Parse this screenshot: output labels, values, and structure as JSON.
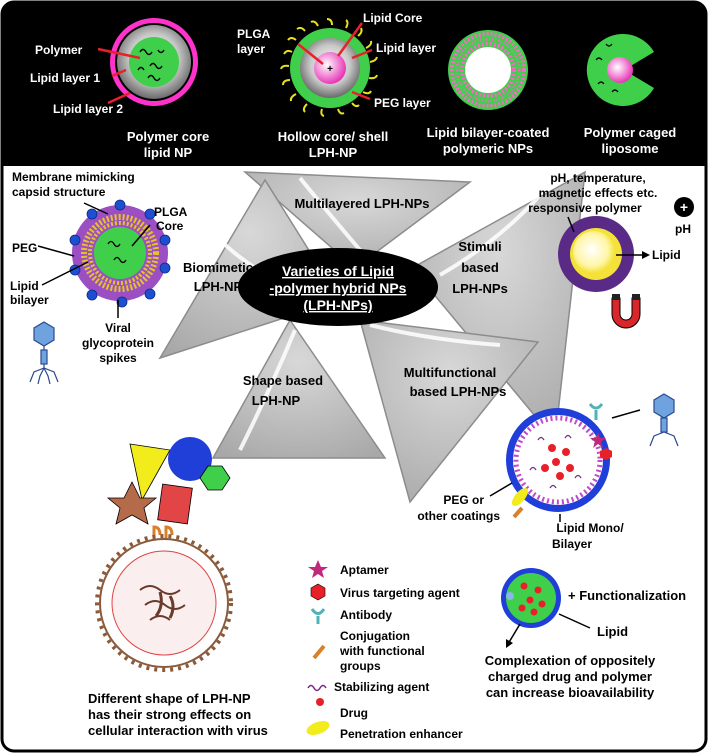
{
  "top_panel": {
    "np1": {
      "label_polymer": "Polymer",
      "label_lipid1": "Lipid layer 1",
      "label_lipid2": "Lipid layer 2",
      "caption_1": "Polymer core",
      "caption_2": "lipid  NP"
    },
    "np2": {
      "label_core": "Lipid Core",
      "label_plga_1": "PLGA",
      "label_plga_2": "layer",
      "label_lipid": "Lipid layer",
      "label_peg": "PEG layer",
      "caption_1": "Hollow core/ shell",
      "caption_2": "LPH-NP"
    },
    "np3": {
      "caption_1": "Lipid bilayer-coated",
      "caption_2": "polymeric NPs"
    },
    "np4": {
      "caption_1": "Polymer caged",
      "caption_2": "liposome"
    }
  },
  "center": {
    "line1": "Varieties of Lipid",
    "line2": "-polymer hybrid NPs",
    "line3": "(LPH-NPs)"
  },
  "segments": {
    "multilayered": "Multilayered LPH-NPs",
    "stimuli_1": "Stimuli",
    "stimuli_2": "based",
    "stimuli_3": "LPH-NPs",
    "biomimetic_1": "Biomimetic",
    "biomimetic_2": "LPH-NP",
    "shape_1": "Shape based",
    "shape_2": "LPH-NP",
    "multifunctional_1": "Multifunctional",
    "multifunctional_2": "based LPH-NPs"
  },
  "biomimetic": {
    "title_1": "Membrane mimicking",
    "title_2": "capsid structure",
    "plga_1": "PLGA",
    "plga_2": "Core",
    "peg": "PEG",
    "lipid_1": "Lipid",
    "lipid_2": "bilayer",
    "viral_1": "Viral",
    "viral_2": "glycoprotein",
    "viral_3": "spikes"
  },
  "stimuli": {
    "line1": "pH, temperature,",
    "line2": "magnetic effects etc.",
    "line3": "responsive  polymer",
    "lipid": "Lipid",
    "ph": "pH",
    "plus": "+"
  },
  "multifunctional": {
    "peg_1": "PEG or",
    "peg_2": "other coatings",
    "lipid_1": "Lipid Mono/",
    "lipid_2": "Bilayer"
  },
  "legend": {
    "aptamer": "Aptamer",
    "virus": "Virus targeting agent",
    "antibody": "Antibody",
    "conj_1": "Conjugation",
    "conj_2": "with functional",
    "conj_3": "groups",
    "stabilizing": "Stabilizing agent",
    "drug": "Drug",
    "penetration": "Penetration enhancer"
  },
  "shape": {
    "line1": "Different shape of LPH-NP",
    "line2": "has their strong effects on",
    "line3": "cellular interaction with virus"
  },
  "complex": {
    "functionalization": "+ Functionalization",
    "lipid": "Lipid",
    "line1": "Complexation of oppositely",
    "line2": "charged drug and polymer",
    "line3": "can increase bioavailability"
  },
  "colors": {
    "polymer_green": "#3fcf4a",
    "lipid_magenta": "#ff33cc",
    "capsid_purple": "#9b4fc2",
    "virus_blue": "#1f4fd1",
    "multifunctional_blue": "#1f3fd8",
    "segment_gray": "#bdbdbd",
    "background_black": "#000000"
  }
}
